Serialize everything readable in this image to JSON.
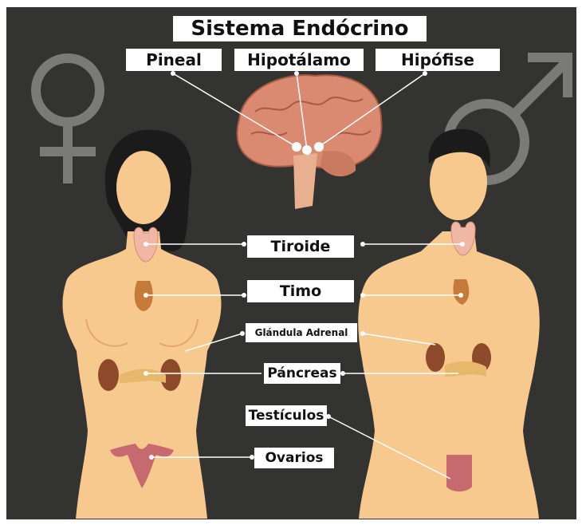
{
  "title": "Sistema Endócrino",
  "labels": {
    "pineal": "Pineal",
    "hipotalamo": "Hipotálamo",
    "hipofise": "Hipófise",
    "tiroide": "Tiroide",
    "timo": "Timo",
    "adrenal": "Glándula Adrenal",
    "pancreas": "Páncreas",
    "testiculos": "Testículos",
    "ovarios": "Ovarios"
  },
  "colors": {
    "background": "#333331",
    "skin": "#f8c98e",
    "skin_shade": "#f2b46d",
    "hair": "#1b1b1b",
    "brain": "#d98a70",
    "organ": "#a35a36",
    "symbol": "#6e6e6a"
  },
  "icons": [
    "female-symbol-icon",
    "male-symbol-icon"
  ]
}
